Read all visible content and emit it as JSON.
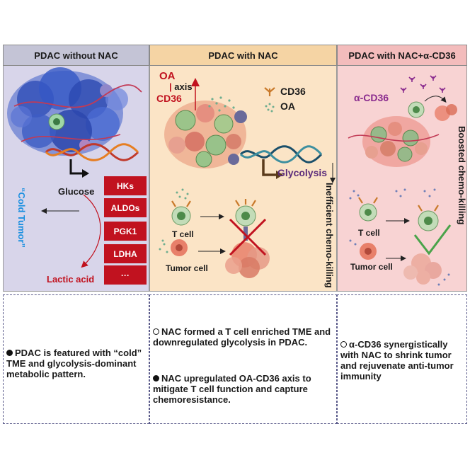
{
  "headers": {
    "left": "PDAC without NAC",
    "mid": "PDAC with NAC",
    "right": "PDAC with NAC+α-CD36"
  },
  "left_panel": {
    "cold_tumor": "“Cold Tumor”",
    "glucose": "Glucose",
    "lactic_acid": "Lactic acid",
    "enzymes": [
      "HKs",
      "ALDOs",
      "PGK1",
      "LDHA",
      "···"
    ]
  },
  "mid_panel": {
    "oa": "OA",
    "axis": "axis",
    "cd36": "CD36",
    "legend_cd36": "CD36",
    "legend_oa": "OA",
    "glycolysis": "Glycolysis",
    "t_cell": "T cell",
    "tumor_cell": "Tumor cell",
    "side_label": "Inefficient chemo-killing"
  },
  "right_panel": {
    "alpha_cd36": "α-CD36",
    "t_cell": "T cell",
    "tumor_cell": "Tumor cell",
    "side_label": "Boosted chemo-killing"
  },
  "summary": {
    "left": "PDAC is featured with “cold” TME and glycolysis-dominant metabolic pattern.",
    "mid_1": "NAC formed a T cell enriched TME and downregulated glycolysis in PDAC.",
    "mid_2": "NAC upregulated OA-CD36 axis to mitigate T cell function and capture chemoresistance.",
    "right": "α-CD36 synergistically with NAC to shrink tumor and rejuvenate anti-tumor immunity"
  },
  "colors": {
    "left_bg": "#d8d5ea",
    "mid_bg": "#fbe4c6",
    "right_bg": "#f8d3d3",
    "left_header": "#c4c4d6",
    "mid_header": "#f5d4a4",
    "right_header": "#f3bcbc",
    "enzyme_red": "#c1121f",
    "cold_blue": "#1a8fe0",
    "alpha_purple": "#8a2b8e"
  }
}
